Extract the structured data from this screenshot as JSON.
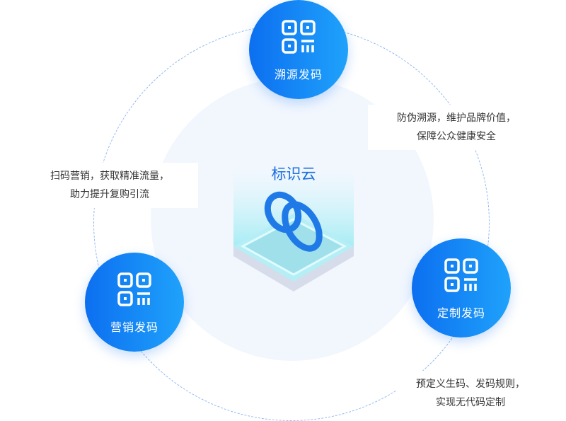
{
  "center": {
    "title": "标识云"
  },
  "nodes": [
    {
      "label": "溯源发码",
      "icon": "qr-code-icon"
    },
    {
      "label": "营销发码",
      "icon": "qr-code-icon"
    },
    {
      "label": "定制发码",
      "icon": "qr-code-icon"
    }
  ],
  "notes": {
    "trace": [
      "防伪溯源，维护品牌价值，",
      "保障公众健康安全"
    ],
    "marketing": [
      "扫码营销，获取精准流量，",
      "助力提升复购引流"
    ],
    "custom": [
      "预定义生码、发码规则，",
      "实现无代码定制"
    ]
  },
  "colors": {
    "accent": "#1a6fe0",
    "node_start": "#0c6ff0",
    "node_end": "#1fa2fb"
  }
}
